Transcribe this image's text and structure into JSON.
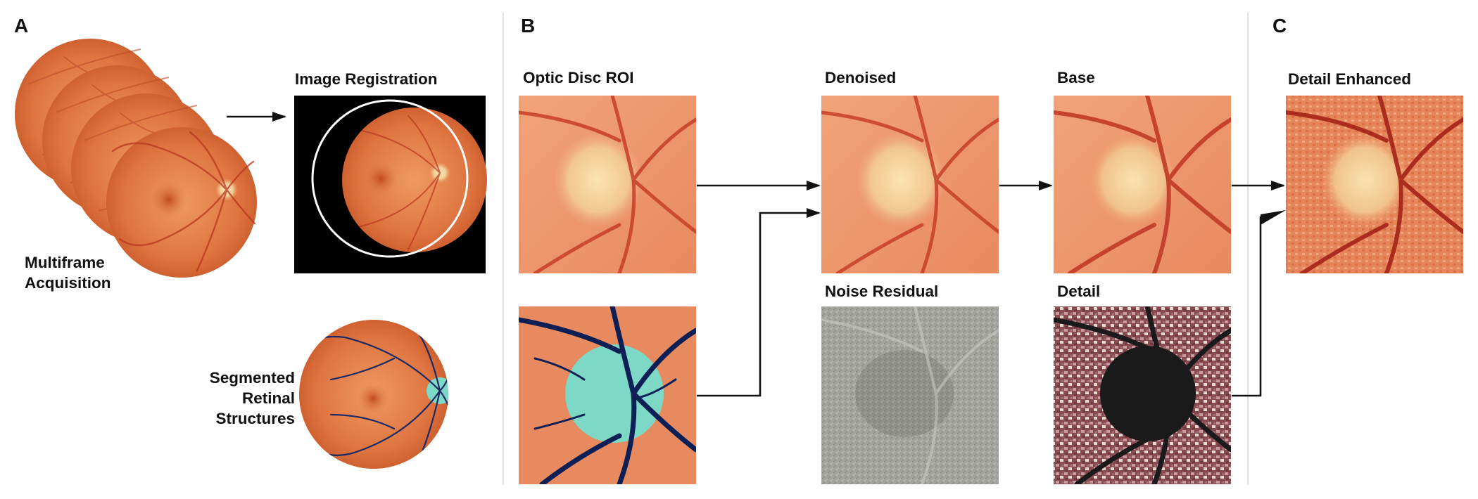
{
  "panels": {
    "a": {
      "letter": "A"
    },
    "b": {
      "letter": "B"
    },
    "c": {
      "letter": "C"
    }
  },
  "labels": {
    "multiframe_line1": "Multiframe",
    "multiframe_line2": "Acquisition",
    "image_registration": "Image Registration",
    "segmented_line1": "Segmented",
    "segmented_line2": "Retinal",
    "segmented_line3": "Structures",
    "optic_disc_roi": "Optic Disc ROI",
    "denoised": "Denoised",
    "base": "Base",
    "noise_residual": "Noise Residual",
    "detail": "Detail",
    "detail_enhanced": "Detail Enhanced"
  },
  "colors": {
    "fundus_orange": "#e07a45",
    "fundus_dark": "#b84a24",
    "vessel_red": "#b83520",
    "optic_disc": "#f1d49b",
    "segmentation_vessel": "#0e1f55",
    "segmentation_disc": "#7dd9c6",
    "noise_gray": "#9c9c96",
    "detail_black": "#1a1a1a",
    "arrow": "#111111",
    "divider": "#d6d6d6"
  }
}
